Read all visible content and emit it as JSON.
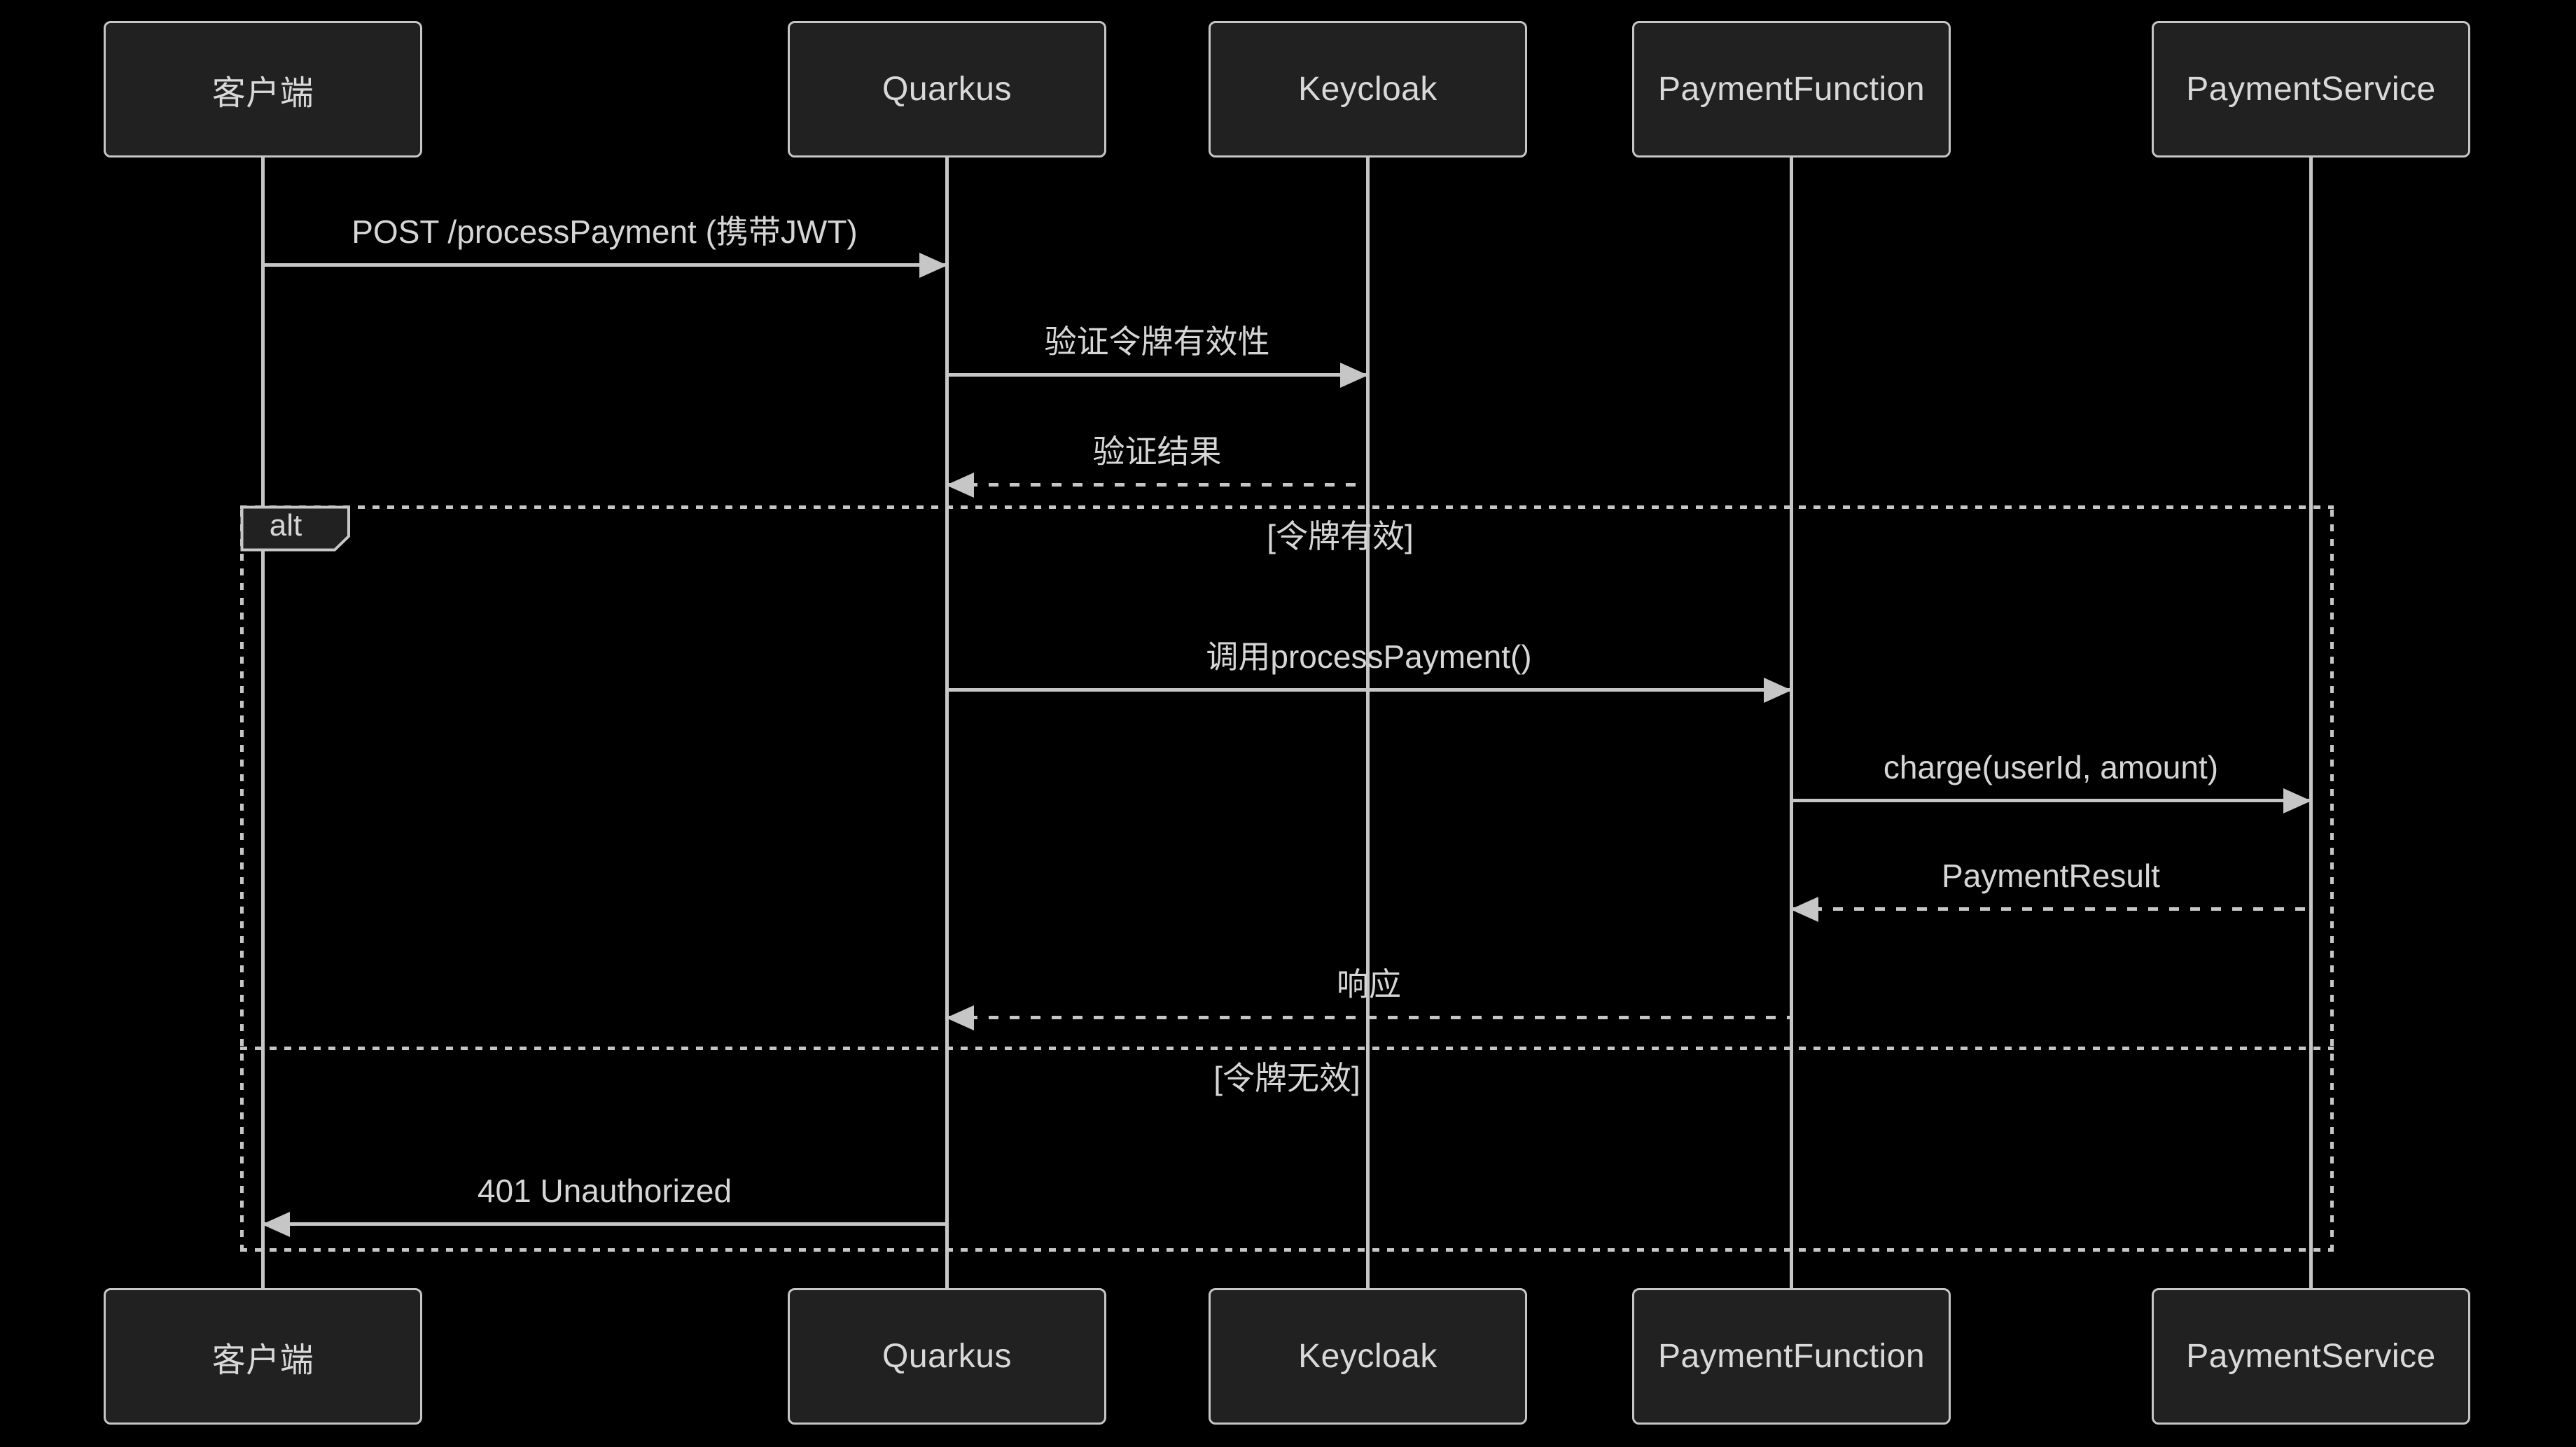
{
  "diagram": {
    "type": "sequence",
    "colors": {
      "background": "#000000",
      "node_fill": "#212121",
      "node_border": "#c6c6c6",
      "line": "#c6c6c6",
      "text": "#d6d6d6"
    },
    "participants": [
      {
        "id": "client",
        "label": "客户端"
      },
      {
        "id": "quarkus",
        "label": "Quarkus"
      },
      {
        "id": "keycloak",
        "label": "Keycloak"
      },
      {
        "id": "paymentfunction",
        "label": "PaymentFunction"
      },
      {
        "id": "paymentservice",
        "label": "PaymentService"
      }
    ],
    "messages": [
      {
        "text": "POST /processPayment (携带JWT)",
        "from": "client",
        "to": "quarkus",
        "style": "solid"
      },
      {
        "text": "验证令牌有效性",
        "from": "quarkus",
        "to": "keycloak",
        "style": "solid"
      },
      {
        "text": "验证结果",
        "from": "keycloak",
        "to": "quarkus",
        "style": "dashed"
      },
      {
        "text": "调用processPayment()",
        "from": "quarkus",
        "to": "paymentfunction",
        "style": "solid"
      },
      {
        "text": "charge(userId, amount)",
        "from": "paymentfunction",
        "to": "paymentservice",
        "style": "solid"
      },
      {
        "text": "PaymentResult",
        "from": "paymentservice",
        "to": "paymentfunction",
        "style": "dashed"
      },
      {
        "text": "响应",
        "from": "paymentfunction",
        "to": "quarkus",
        "style": "dashed"
      },
      {
        "text": "401 Unauthorized",
        "from": "quarkus",
        "to": "client",
        "style": "solid"
      }
    ],
    "alt": {
      "label": "alt",
      "sections": [
        {
          "condition": "[令牌有效]"
        },
        {
          "condition": "[令牌无效]"
        }
      ]
    }
  }
}
